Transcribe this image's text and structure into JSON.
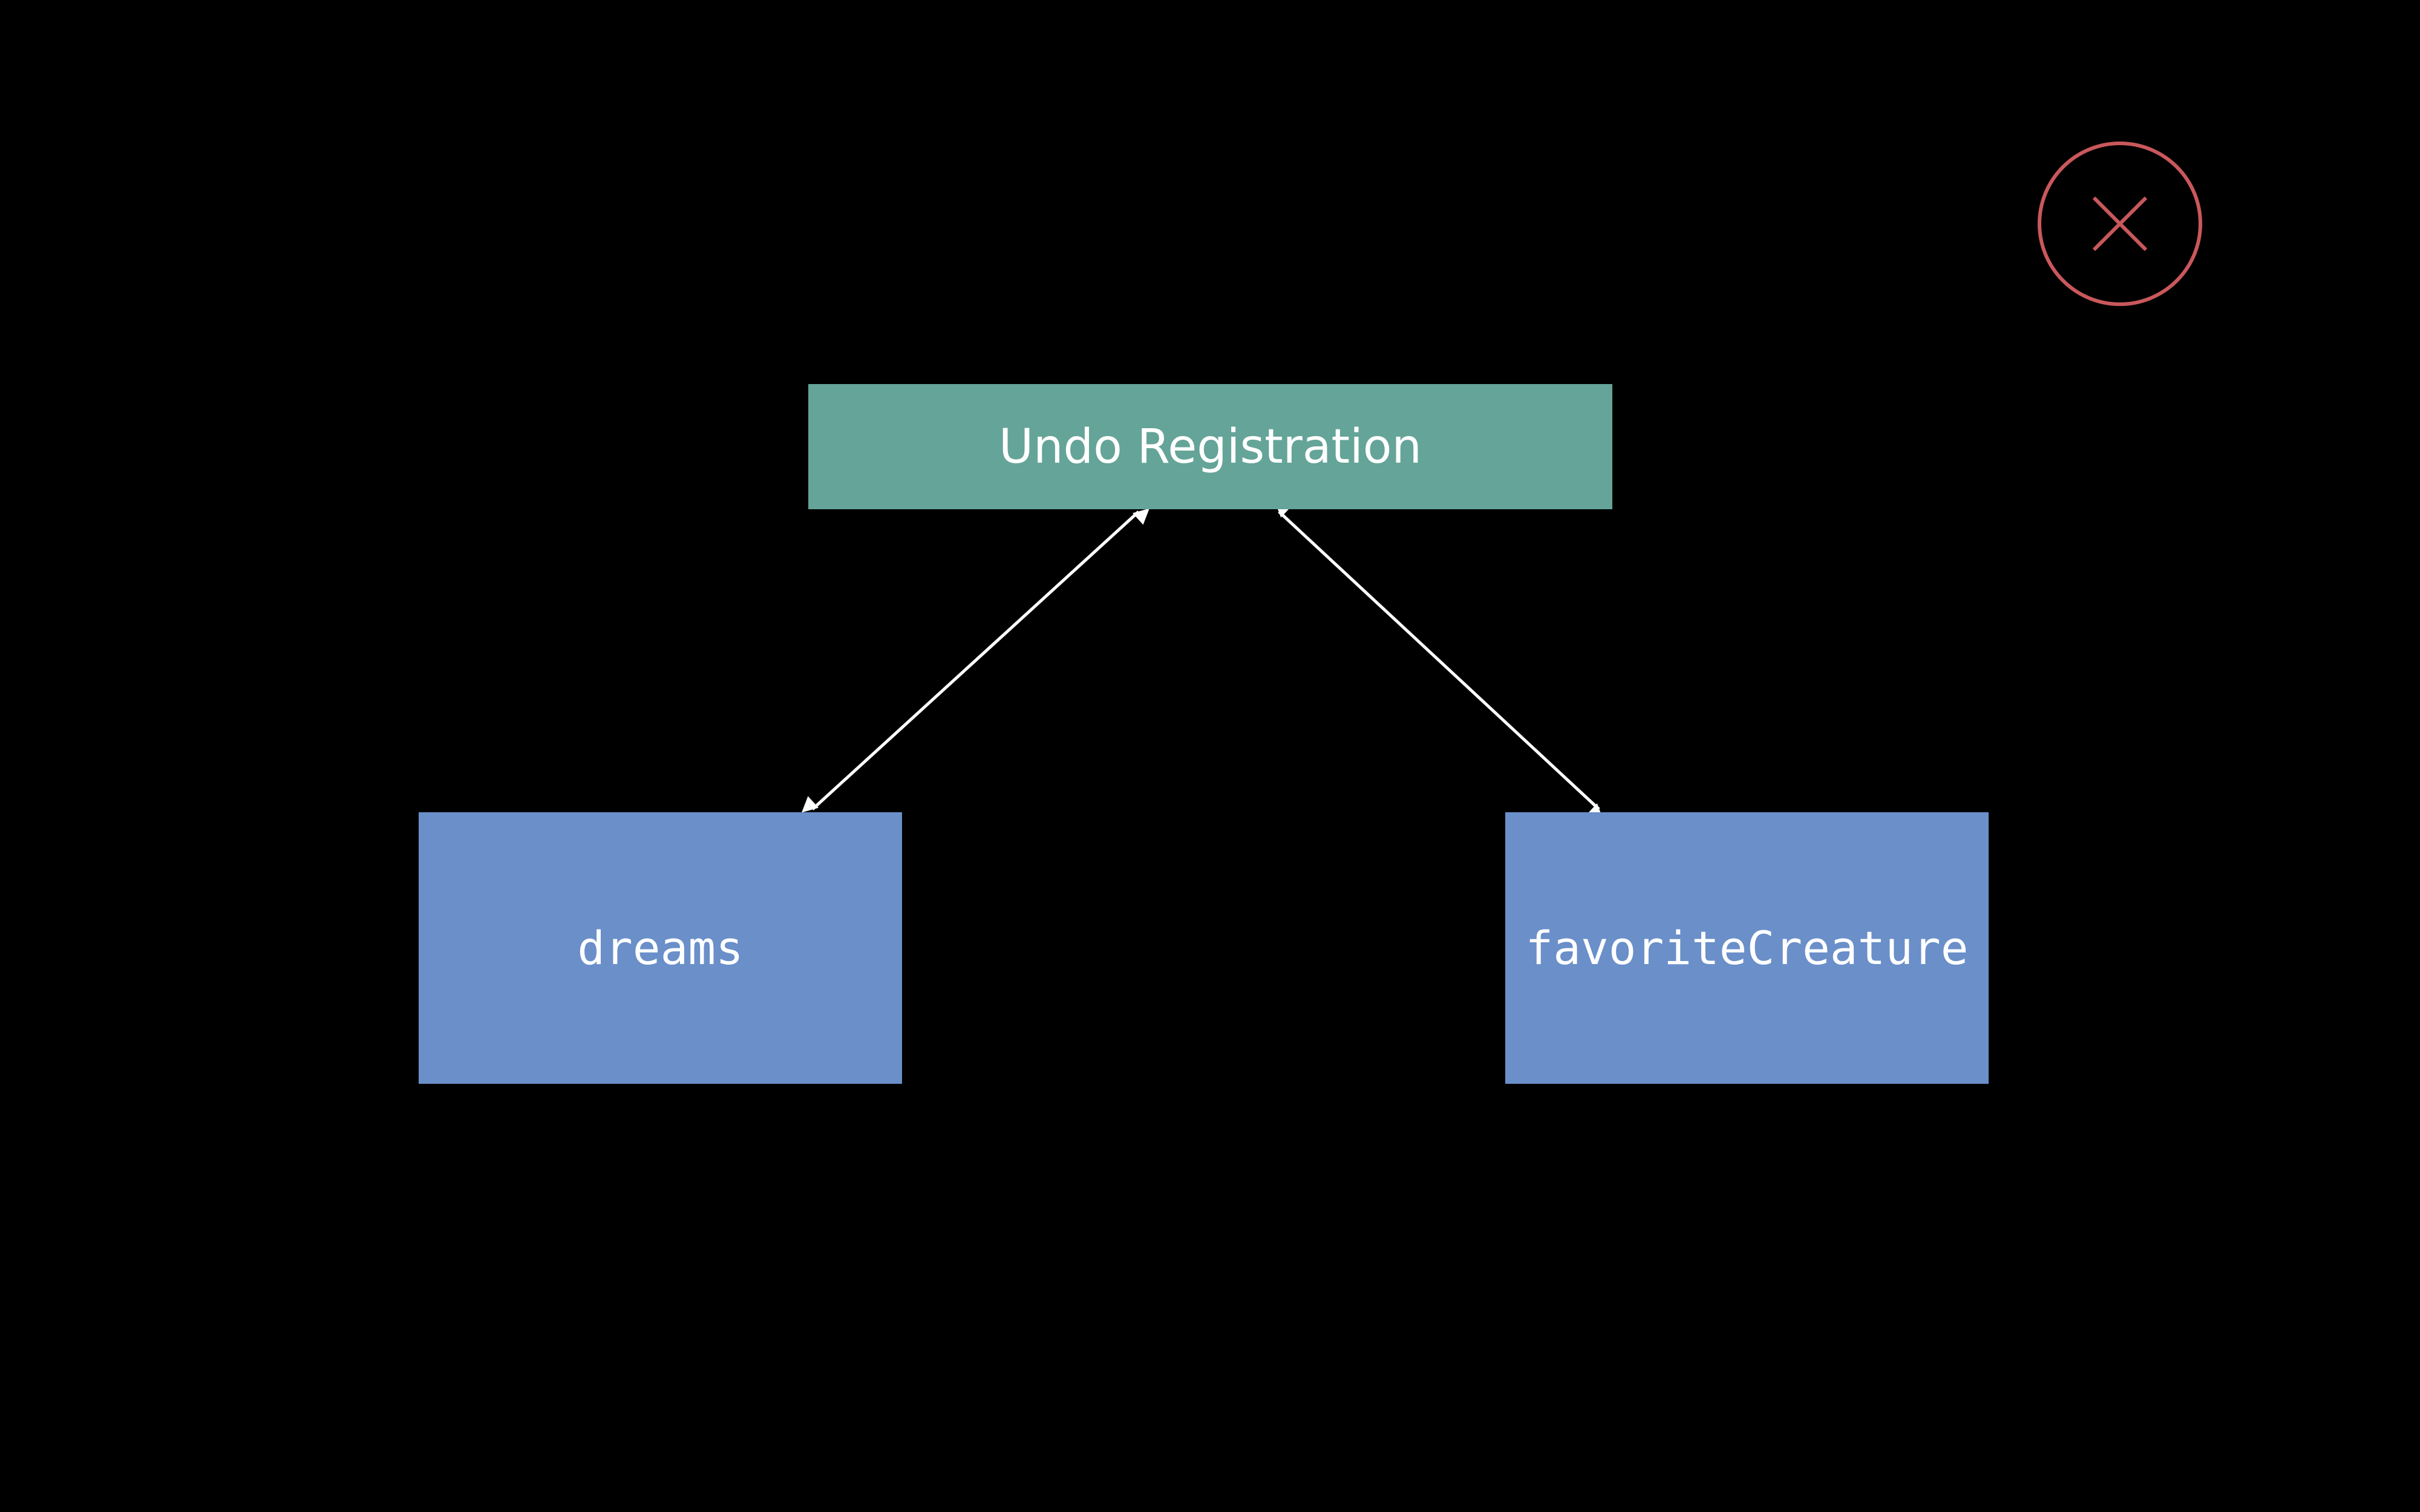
{
  "colors": {
    "background": "#000000",
    "registration_fill": "#65a498",
    "property_fill": "#6a8fc9",
    "connector": "#ffffff",
    "close_icon": "#c9585c"
  },
  "nodes": {
    "undo_registration": "Undo Registration",
    "dreams": "dreams",
    "favorite_creature": "favoriteCreature"
  },
  "connectors": [
    {
      "from": "dreams",
      "to": "undo_registration",
      "arrowheads": "both"
    },
    {
      "from": "favorite_creature",
      "to": "undo_registration",
      "arrowheads": "both"
    }
  ],
  "icons": {
    "close": "close-circle-icon"
  }
}
